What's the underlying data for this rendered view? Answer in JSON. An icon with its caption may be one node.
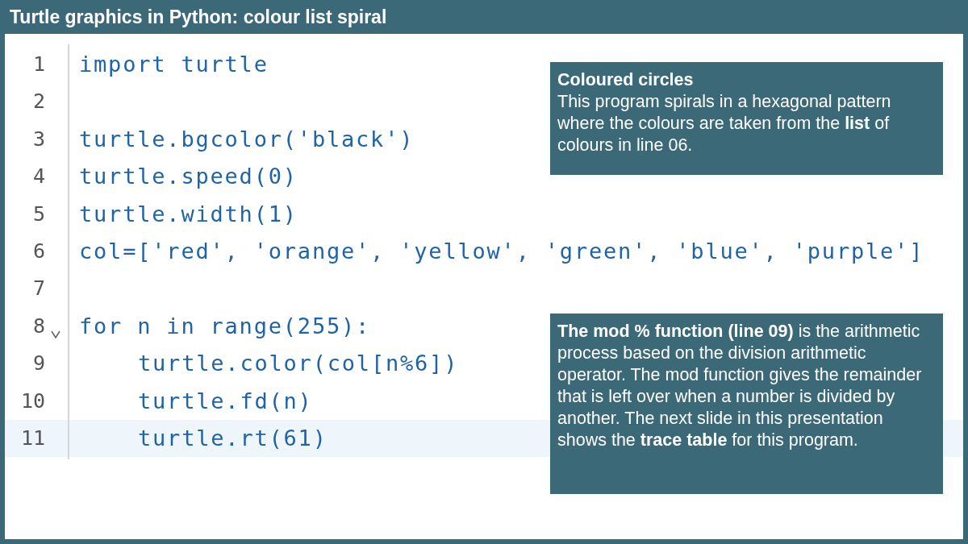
{
  "diagram": {
    "title": "Turtle graphics in Python: colour list spiral",
    "nodes": [
      {
        "text": [
          "Coloured circles",
          "This program spirals in a hexagonal pattern where the colours are taken from the **list** of colours in line 06."
        ]
      },
      {
        "text": [
          "**The mod % function (line 09)** is the arithmetic process based on the division arithmetic operator. The mod function gives the remainder that is left over when a number is divided by another. The next slide in this presentation shows the **trace table** for this program."
        ]
      }
    ],
    "edges": [],
    "labels": [
      "1",
      "import turtle",
      "2",
      "3",
      "turtle.bgcolor('black')",
      "4",
      "turtle.speed(0)",
      "5",
      "turtle.width(1)",
      "6",
      "col=['red', 'orange', 'yellow', 'green', 'blue', 'purple']",
      "7",
      "8",
      "for n in range(255):",
      "9",
      "turtle.color(col[n%6])",
      "10",
      "turtle.fd(n)",
      "11",
      "turtle.rt(61)"
    ]
  }
}
